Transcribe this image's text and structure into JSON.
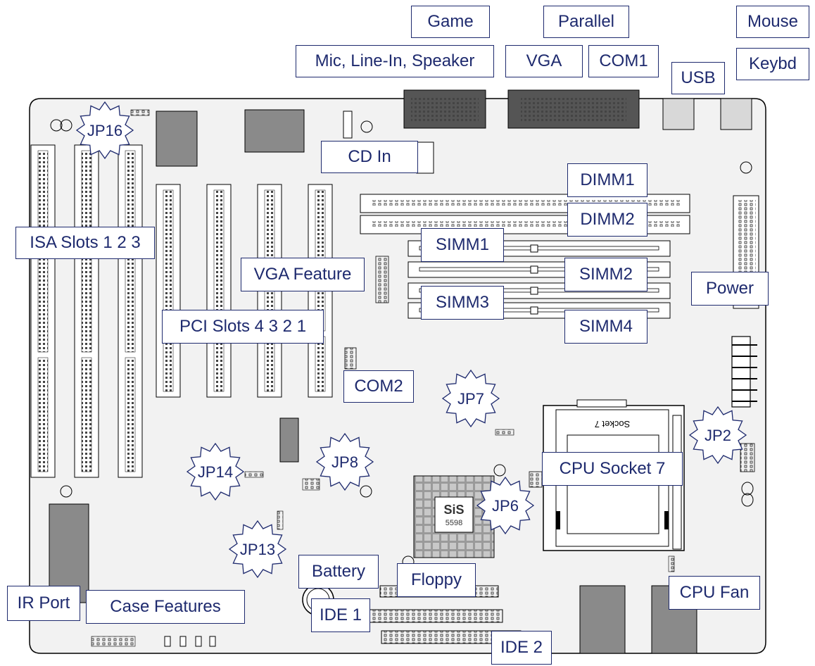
{
  "labels": {
    "game": "Game",
    "parallel": "Parallel",
    "mouse": "Mouse",
    "mic": "Mic, Line-In, Speaker",
    "vga": "VGA",
    "com1": "COM1",
    "keybd": "Keybd",
    "usb": "USB",
    "cd_in": "CD In",
    "dimm1": "DIMM1",
    "dimm2": "DIMM2",
    "isa_slots": "ISA Slots 1 2 3",
    "simm1": "SIMM1",
    "simm2": "SIMM2",
    "simm3": "SIMM3",
    "simm4": "SIMM4",
    "vga_feature": "VGA Feature",
    "power": "Power",
    "pci_slots": "PCI Slots 4 3 2 1",
    "com2": "COM2",
    "cpu_socket": "CPU Socket 7",
    "battery": "Battery",
    "floppy": "Floppy",
    "ir_port": "IR Port",
    "case_features": "Case Features",
    "ide1": "IDE 1",
    "ide2": "IDE 2",
    "cpu_fan": "CPU Fan"
  },
  "jumpers": {
    "jp16": "JP16",
    "jp7": "JP7",
    "jp2": "JP2",
    "jp14": "JP14",
    "jp8": "JP8",
    "jp6": "JP6",
    "jp13": "JP13"
  },
  "chip": {
    "brand": "SiS",
    "model": "5598"
  },
  "socket_marking": "Socket 7",
  "colors": {
    "label_text": "#1e2a6e",
    "board": "#f2f2f2",
    "chip": "#8a8a8a",
    "outline": "#000000"
  }
}
